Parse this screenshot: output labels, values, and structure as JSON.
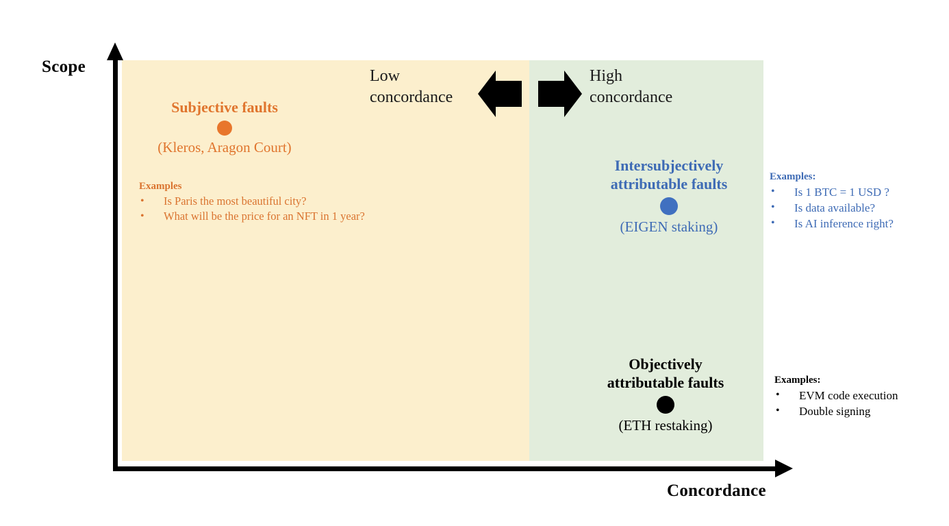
{
  "axes": {
    "y_label": "Scope",
    "x_label": "Concordance"
  },
  "direction_arrows": {
    "left": {
      "icon": "arrow-left-icon",
      "line1": "Low",
      "line2": "concordance"
    },
    "right": {
      "icon": "arrow-right-icon",
      "line1": "High",
      "line2": "concordance"
    }
  },
  "panels": {
    "low_concordance": {
      "color": "#FCEFCD"
    },
    "high_concordance": {
      "color": "#E2EDDC"
    }
  },
  "groups": {
    "subjective": {
      "title_line1": "Subjective faults",
      "subtitle": "(Kleros, Aragon Court)",
      "color": "#E0752E",
      "dot_color": "#E8762C"
    },
    "intersubjective": {
      "title_line1": "Intersubjectively",
      "title_line2": "attributable faults",
      "subtitle": "(EIGEN staking)",
      "color": "#3E6BB5",
      "dot_color": "#4070C0"
    },
    "objective": {
      "title_line1": "Objectively",
      "title_line2": "attributable faults",
      "subtitle": "(ETH restaking)",
      "color": "#000000",
      "dot_color": "#000000"
    }
  },
  "examples": {
    "subjective": {
      "heading": "Examples",
      "bullet": "•",
      "items": [
        "Is Paris the most beautiful city?",
        "What will be the price for an NFT in 1 year?"
      ]
    },
    "intersubjective": {
      "heading": "Examples:",
      "bullet": "•",
      "items": [
        "Is 1 BTC = 1 USD ?",
        "Is data available?",
        "Is AI inference right?"
      ]
    },
    "objective": {
      "heading": "Examples:",
      "bullet": "•",
      "items": [
        "EVM code execution",
        "Double signing"
      ]
    }
  }
}
